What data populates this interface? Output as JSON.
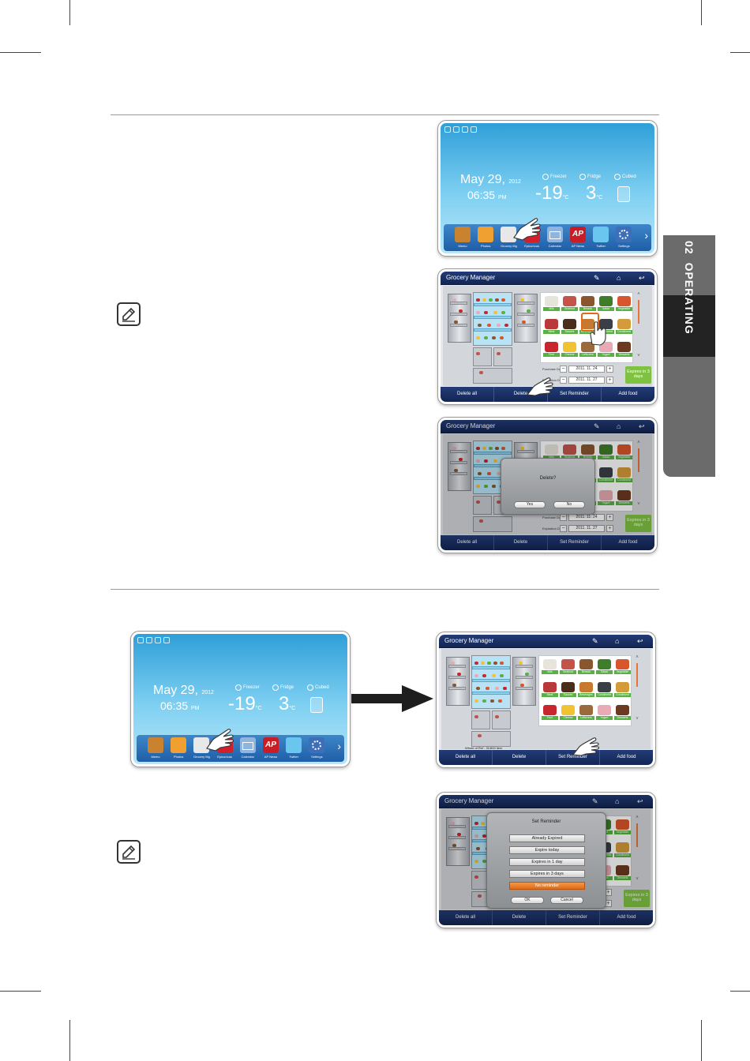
{
  "section_tab": {
    "number": "02",
    "title": "OPERATING"
  },
  "home_screen": {
    "date": "May 29,",
    "year": "2012",
    "time": "06:35",
    "ampm": "PM",
    "freezer_label": "Freezer",
    "freezer_temp": "-19",
    "fridge_label": "Fridge",
    "fridge_temp": "3",
    "unit": "°C",
    "cubed_label": "Cubed",
    "apps": [
      {
        "label": "Memo",
        "icon": "memo-icon",
        "color": "#c9822f"
      },
      {
        "label": "Photos",
        "icon": "photos-icon",
        "color": "#f0a030"
      },
      {
        "label": "Grocery Mg",
        "icon": "grocery-icon",
        "color": "#e8e8e8"
      },
      {
        "label": "Epicurious",
        "icon": "epicurious-icon",
        "color": "#d21f2a"
      },
      {
        "label": "Calendar",
        "icon": "calendar-icon",
        "color": "#8fb4e0"
      },
      {
        "label": "AP News",
        "icon": "ap-news-icon",
        "color": "#c81d25"
      },
      {
        "label": "Twitter",
        "icon": "twitter-icon",
        "color": "#6ac5ef"
      },
      {
        "label": "Settings",
        "icon": "settings-icon",
        "color": "#3d6fb8"
      }
    ],
    "epi_text": "epi",
    "ap_text": "AP"
  },
  "grocery_manager": {
    "title": "Grocery Manager",
    "categories": [
      {
        "label": "Milk",
        "color": "#e7e4dc"
      },
      {
        "label": "Seafood",
        "color": "#c4544a"
      },
      {
        "label": "Breads",
        "color": "#8a5630"
      },
      {
        "label": "Salad",
        "color": "#3f7d2b"
      },
      {
        "label": "Vegetable",
        "color": "#d8562b"
      },
      {
        "label": "Meat",
        "color": "#b9383a"
      },
      {
        "label": "Sauces",
        "color": "#4b2d1c"
      },
      {
        "label": "Beverages",
        "color": "#c77a2f"
      },
      {
        "label": "Condiment",
        "color": "#3a3f47"
      },
      {
        "label": "Condiment",
        "color": "#d49b3a"
      },
      {
        "label": "Fruit",
        "color": "#c7272c"
      },
      {
        "label": "Cheese",
        "color": "#f1c232"
      },
      {
        "label": "Leftovers",
        "color": "#9b6a3c"
      },
      {
        "label": "Yogurt",
        "color": "#e8aab4"
      },
      {
        "label": "Desserts",
        "color": "#6b3a20"
      }
    ],
    "purchase_label": "Purchase Date",
    "purchase_date": "2011. 11. 24",
    "expiration_label": "Expiration Date",
    "expiration_date": "2011. 11. 27",
    "expires_badge": "Expires in 3 days",
    "whole_ref": "Whole of Ref : 31/800 item",
    "bottom_buttons": [
      "Delete all",
      "Delete",
      "Set Reminder",
      "Add food"
    ],
    "label_color": "#58b144"
  },
  "delete_dialog": {
    "question": "Delete?",
    "yes": "Yes",
    "no": "No"
  },
  "reminder_dialog": {
    "title": "Set Reminder",
    "options": [
      "Already Expired",
      "Expire today",
      "Expires in 1 day",
      "Expires in 3 days",
      "No reminder"
    ],
    "selected": "No reminder",
    "ok": "OK",
    "cancel": "Cancel"
  }
}
